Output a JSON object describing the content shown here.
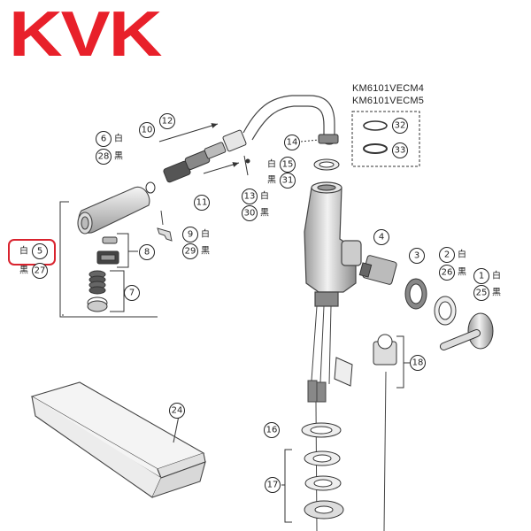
{
  "brand": {
    "logo_text": "KVK",
    "color": "#e8202a"
  },
  "model_numbers": [
    "KM6101VECM4",
    "KM6101VECM5"
  ],
  "color_labels": {
    "white": "白",
    "black": "黒"
  },
  "parts": {
    "p1": "1",
    "p2": "2",
    "p3": "3",
    "p4": "4",
    "p5": "5",
    "p6": "6",
    "p7": "7",
    "p8": "8",
    "p9": "9",
    "p10": "10",
    "p11": "11",
    "p12": "12",
    "p13": "13",
    "p14": "14",
    "p15": "15",
    "p16": "16",
    "p17": "17",
    "p18": "18",
    "p24": "24",
    "p25": "25",
    "p26": "26",
    "p27": "27",
    "p28": "28",
    "p29": "29",
    "p30": "30",
    "p31": "31",
    "p32": "32",
    "p33": "33"
  },
  "highlight_color": "#d9232e"
}
